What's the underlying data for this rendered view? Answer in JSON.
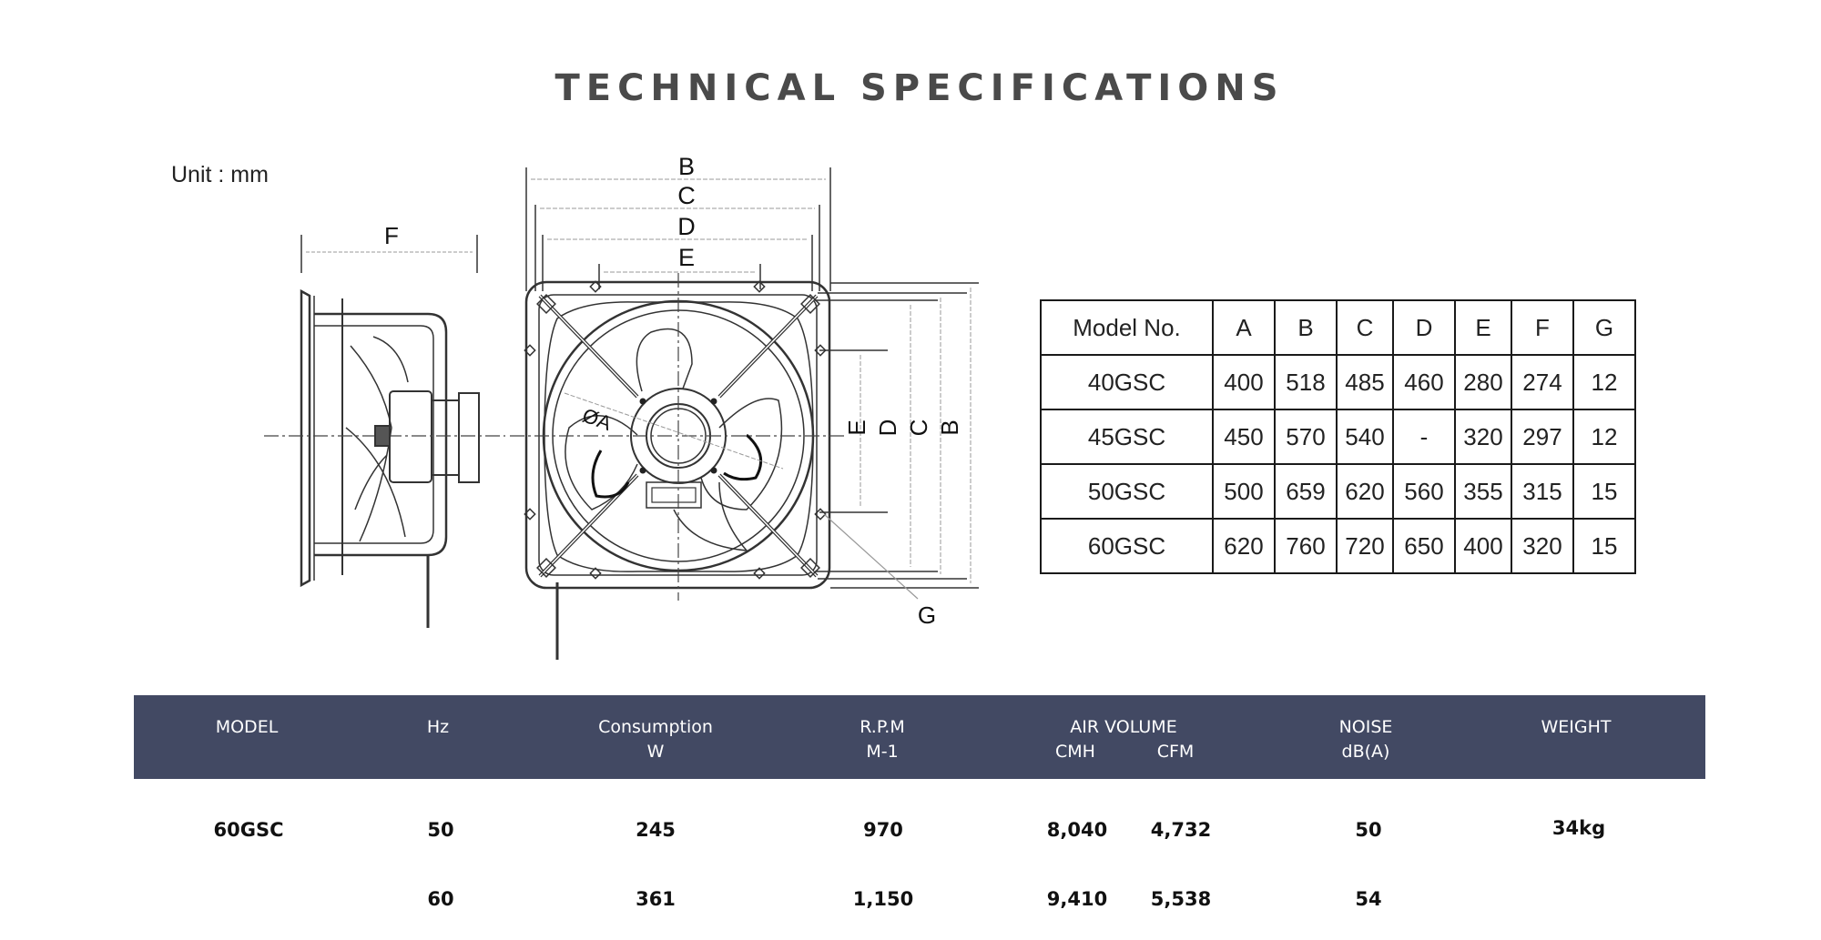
{
  "page": {
    "title": "TECHNICAL SPECIFICATIONS"
  },
  "drawing": {
    "unit_label": "Unit : mm",
    "side_view_labels": {
      "F": "F"
    },
    "front_view_labels": {
      "B_top": "B",
      "C_top": "C",
      "D_top": "D",
      "E_top": "E",
      "diameter_A": "ØA",
      "E_side": "E",
      "D_side": "D",
      "C_side": "C",
      "B_side": "B",
      "G": "G"
    }
  },
  "dimension_table": {
    "headers": [
      "Model No.",
      "A",
      "B",
      "C",
      "D",
      "E",
      "F",
      "G"
    ],
    "rows": [
      [
        "40GSC",
        "400",
        "518",
        "485",
        "460",
        "280",
        "274",
        "12"
      ],
      [
        "45GSC",
        "450",
        "570",
        "540",
        "-",
        "320",
        "297",
        "12"
      ],
      [
        "50GSC",
        "500",
        "659",
        "620",
        "560",
        "355",
        "315",
        "15"
      ],
      [
        "60GSC",
        "620",
        "760",
        "720",
        "650",
        "400",
        "320",
        "15"
      ]
    ]
  },
  "spec_table": {
    "colors": {
      "header_bg": "#424963",
      "header_text": "#ffffff"
    },
    "headers": {
      "model": {
        "line1": "MODEL"
      },
      "hz": {
        "line1": "Hz"
      },
      "consumption": {
        "line1": "Consumption",
        "line2": "W"
      },
      "rpm": {
        "line1": "R.P.M",
        "line2": "M-1"
      },
      "air_volume": {
        "line1": "AIR VOLUME",
        "cmh": "CMH",
        "cfm": "CFM"
      },
      "noise": {
        "line1": "NOISE",
        "line2": "dB(A)"
      },
      "weight": {
        "line1": "WEIGHT"
      }
    },
    "rows": [
      {
        "model": "60GSC",
        "hz": "50",
        "consumption": "245",
        "rpm": "970",
        "cmh": "8,040",
        "cfm": "4,732",
        "noise": "50",
        "weight": "34kg"
      },
      {
        "model": "",
        "hz": "60",
        "consumption": "361",
        "rpm": "1,150",
        "cmh": "9,410",
        "cfm": "5,538",
        "noise": "54",
        "weight": ""
      }
    ]
  }
}
